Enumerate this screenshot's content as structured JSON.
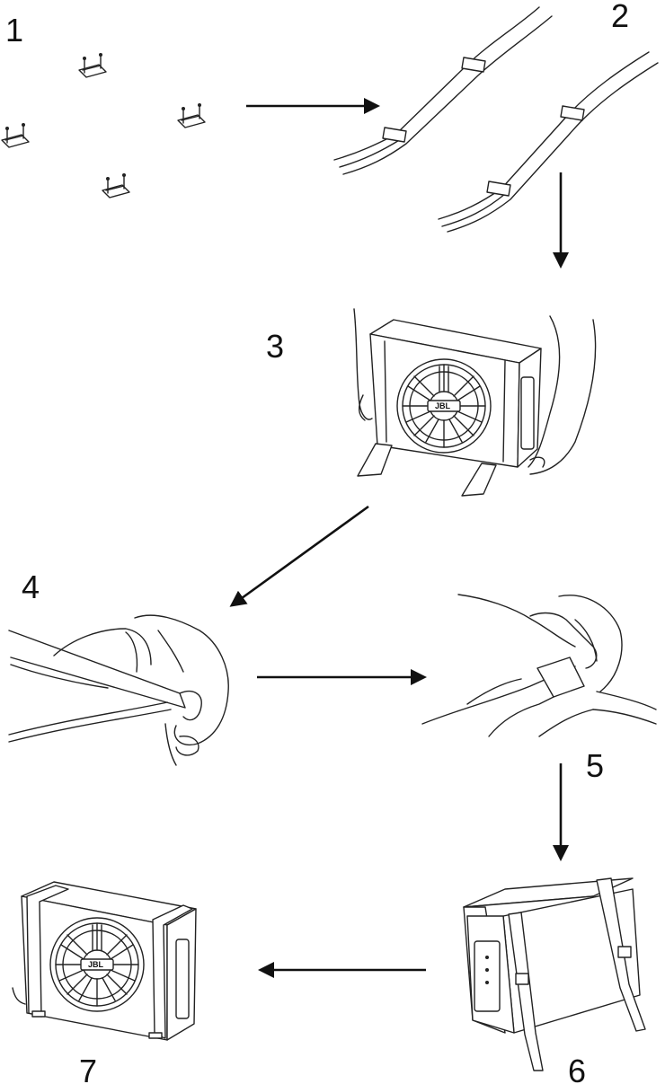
{
  "steps": [
    {
      "number": "1"
    },
    {
      "number": "2"
    },
    {
      "number": "3"
    },
    {
      "number": "4"
    },
    {
      "number": "5"
    },
    {
      "number": "6"
    },
    {
      "number": "7"
    }
  ],
  "product": {
    "brand_mark": "JBL"
  },
  "colors": {
    "line": "#222222",
    "background": "#ffffff"
  },
  "icons": [
    "arrow-right-icon",
    "arrow-down-icon",
    "arrow-down-left-icon",
    "arrow-left-icon"
  ]
}
